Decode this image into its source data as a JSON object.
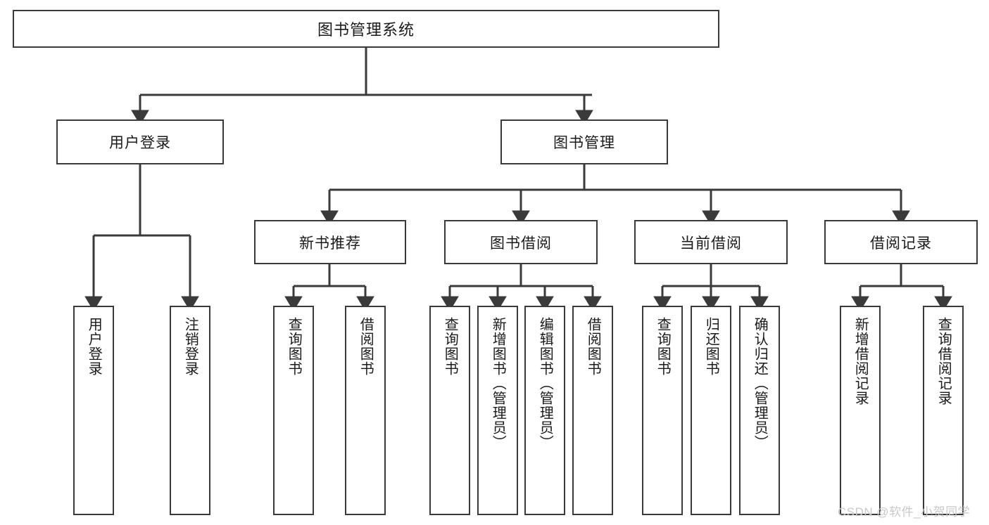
{
  "diagram": {
    "title": "图书管理系统",
    "type": "tree-hierarchy",
    "root": {
      "id": "root",
      "label": "图书管理系统"
    },
    "level2": [
      {
        "id": "user-login",
        "label": "用户登录"
      },
      {
        "id": "book-manage",
        "label": "图书管理"
      }
    ],
    "level3": [
      {
        "id": "new-book-rec",
        "label": "新书推荐",
        "parent": "book-manage"
      },
      {
        "id": "book-borrow",
        "label": "图书借阅",
        "parent": "book-manage"
      },
      {
        "id": "current-borrow",
        "label": "当前借阅",
        "parent": "book-manage"
      },
      {
        "id": "borrow-record",
        "label": "借阅记录",
        "parent": "book-manage"
      }
    ],
    "leaves": [
      {
        "id": "leaf-user-login",
        "label": "用户登录",
        "parent": "user-login"
      },
      {
        "id": "leaf-logout-login",
        "label": "注销登录",
        "parent": "user-login"
      },
      {
        "id": "leaf-query-book-1",
        "label": "查询图书",
        "parent": "new-book-rec"
      },
      {
        "id": "leaf-borrow-book-1",
        "label": "借阅图书",
        "parent": "new-book-rec"
      },
      {
        "id": "leaf-query-book-2",
        "label": "查询图书",
        "parent": "book-borrow"
      },
      {
        "id": "leaf-add-book",
        "label": "新增图书（管理员）",
        "parent": "book-borrow"
      },
      {
        "id": "leaf-edit-book",
        "label": "编辑图书（管理员）",
        "parent": "book-borrow"
      },
      {
        "id": "leaf-borrow-book-2",
        "label": "借阅图书",
        "parent": "book-borrow"
      },
      {
        "id": "leaf-query-book-3",
        "label": "查询图书",
        "parent": "current-borrow"
      },
      {
        "id": "leaf-return-book",
        "label": "归还图书",
        "parent": "current-borrow"
      },
      {
        "id": "leaf-confirm-return",
        "label": "确认归还（管理员）",
        "parent": "current-borrow"
      },
      {
        "id": "leaf-add-record",
        "label": "新增借阅记录",
        "parent": "borrow-record"
      },
      {
        "id": "leaf-query-record",
        "label": "查询借阅记录",
        "parent": "borrow-record"
      }
    ],
    "colors": {
      "stroke": "#3a3a3a",
      "box_fill": "#ffffff",
      "text": "#1a1a1a",
      "background": "#ffffff",
      "watermark": "#c9c9c9"
    }
  },
  "watermark": {
    "text": "CSDN @软件_小贺同学"
  }
}
